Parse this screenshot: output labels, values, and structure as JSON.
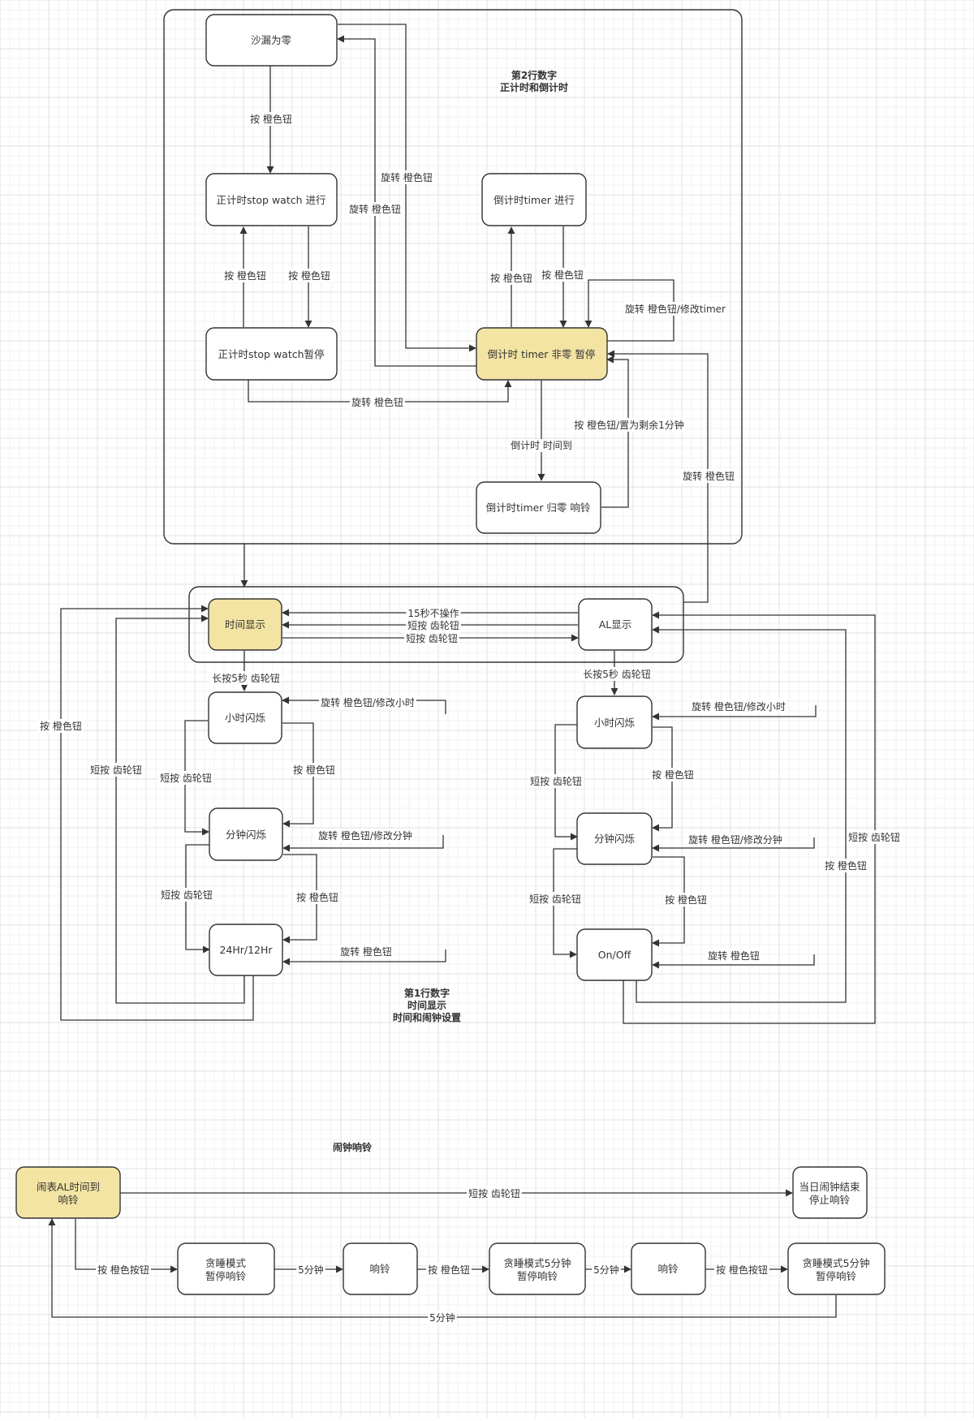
{
  "sections": {
    "row2_line1": "第2行数字",
    "row2_line2": "正计时和倒计时",
    "row1_line1": "第1行数字",
    "row1_line2": "时间显示",
    "row1_line3": "时间和闹钟设置",
    "alarm_title": "闹钟响铃"
  },
  "nodes": {
    "sand_zero": "沙漏为零",
    "sw_running": "正计时stop watch 进行",
    "sw_paused": "正计时stop watch暂停",
    "timer_running": "倒计时timer 进行",
    "timer_paused": "倒计时 timer 非零 暂停",
    "timer_ring": "倒计时timer 归零 响铃",
    "time_display": "时间显示",
    "al_display": "AL显示",
    "hour_flash_l": "小时闪烁",
    "min_flash_l": "分钟闪烁",
    "hr24_12": "24Hr/12Hr",
    "hour_flash_r": "小时闪烁",
    "min_flash_r": "分钟闪烁",
    "on_off": "On/Off",
    "alarm_ring_1": "闹表AL时间到",
    "alarm_ring_2": "响铃",
    "day_end_1": "当日闹钟结束",
    "day_end_2": "停止响铃",
    "snooze1_1": "贪睡模式",
    "snooze1_2": "暂停响铃",
    "ring_a": "响铃",
    "snooze2_1": "贪睡模式5分钟",
    "snooze2_2": "暂停响铃",
    "ring_b": "响铃",
    "snooze3_1": "贪睡模式5分钟",
    "snooze3_2": "暂停响铃"
  },
  "edges": {
    "press_orange_1": "按 橙色钮",
    "rotate_orange_1": "旋转 橙色钮",
    "rotate_orange_2": "旋转 橙色钮",
    "press_orange_2": "按 橙色钮",
    "press_orange_3": "按 橙色钮",
    "press_orange_4": "按 橙色钮",
    "press_orange_5": "按 橙色钮",
    "rotate_modify_timer": "旋转 橙色钮/修改timer",
    "rotate_orange_3": "旋转 橙色钮",
    "press_set_1min": "按 橙色钮/置为剩余1分钟",
    "timer_time_up": "倒计时 时间到",
    "rotate_orange_4": "旋转 橙色钮",
    "no_op_15s": "15秒不操作",
    "short_gear_1": "短按 齿轮钮",
    "short_gear_2": "短按 齿轮钮",
    "long_5s_l": "长按5秒 齿轮钮",
    "long_5s_r": "长按5秒 齿轮钮",
    "rot_mod_hour_l": "旋转 橙色钮/修改小时",
    "rot_mod_min_l": "旋转 橙色钮/修改分钟",
    "rot_orange_l": "旋转 橙色钮",
    "short_gear_l1": "短按 齿轮钮",
    "short_gear_l2": "短按 齿轮钮",
    "press_orange_l1": "按 橙色钮",
    "press_orange_l2": "按 橙色钮",
    "short_gear_back_l": "短按 齿轮钮",
    "press_orange_back_l": "按 橙色钮",
    "rot_mod_hour_r": "旋转 橙色钮/修改小时",
    "rot_mod_min_r": "旋转 橙色钮/修改分钟",
    "rot_orange_r": "旋转 橙色钮",
    "short_gear_r1": "短按 齿轮钮",
    "short_gear_r2": "短按 齿轮钮",
    "press_orange_r1": "按 橙色钮",
    "press_orange_r2": "按 橙色钮",
    "short_gear_back_r": "短按 齿轮钮",
    "press_orange_back_r": "按 橙色钮",
    "short_gear_alarm": "短按 齿轮钮",
    "press_orange_btn_1": "按 橙色按钮",
    "five_min_1": "5分钟",
    "press_orange_a": "按 橙色钮",
    "five_min_2": "5分钟",
    "press_orange_btn_2": "按 橙色按钮",
    "five_min_back": "5分钟"
  }
}
